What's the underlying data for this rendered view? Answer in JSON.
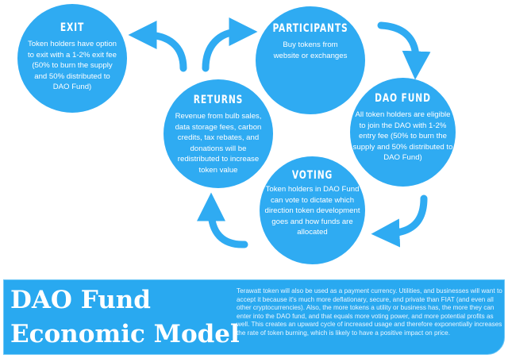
{
  "steps": {
    "exit": {
      "title": "EXIT",
      "text": "Token holders have option to exit with a 1-2% exit fee (50% to burn the supply and 50% distributed to DAO Fund)"
    },
    "participants": {
      "title": "PARTICIPANTS",
      "text": "Buy tokens from website or exchanges"
    },
    "returns": {
      "title": "RETURNS",
      "text": "Revenue from bulb sales, data storage fees, carbon credits, tax rebates, and donations will be redistributed to increase token value"
    },
    "dao_fund": {
      "title": "DAO FUND",
      "text": "All token holders are eligible to join the DAO with 1-2% entry fee (50% to burn the supply and 50% distributed to DAO Fund)"
    },
    "voting": {
      "title": "VOTING",
      "text": "Token holders in DAO Fund can vote to dictate which direction token development goes and how funds are allocated"
    }
  },
  "banner": {
    "title_line1": "DAO Fund",
    "title_line2": "Economic Model",
    "description": "Terawatt token will also be used as a payment currency. Utilities, and businesses will want to accept it because it's much more deflationary, secure, and private than FIAT (and even all other cryptocurrencies). Also, the more tokens a utility or business has, the more they can enter into the DAO fund, and that equals more voting power, and more potential profits as well. This creates an upward cycle of increased usage and therefore exponentially increases the rate of token burning, which is likely to have a positive impact on price."
  },
  "colors": {
    "circle": "#2fabf2",
    "banner": "#29a9f0"
  }
}
